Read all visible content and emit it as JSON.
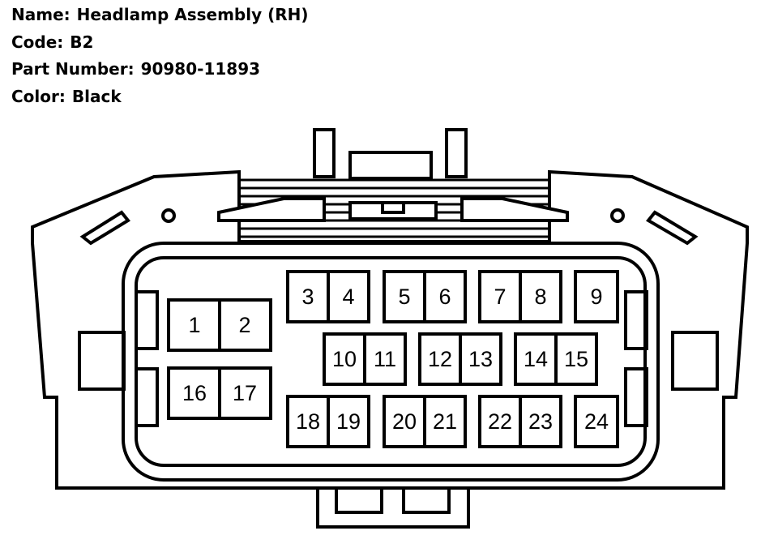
{
  "info": {
    "name_key": "Name:",
    "name_val": "Headlamp Assembly (RH)",
    "code_key": "Code:",
    "code_val": "B2",
    "part_key": "Part Number:",
    "part_val": "90980-11893",
    "color_key": "Color:",
    "color_val": "Black"
  },
  "cavities": [
    "1",
    "2",
    "3",
    "4",
    "5",
    "6",
    "7",
    "8",
    "9",
    "10",
    "11",
    "12",
    "13",
    "14",
    "15",
    "16",
    "17",
    "18",
    "19",
    "20",
    "21",
    "22",
    "23",
    "24"
  ]
}
